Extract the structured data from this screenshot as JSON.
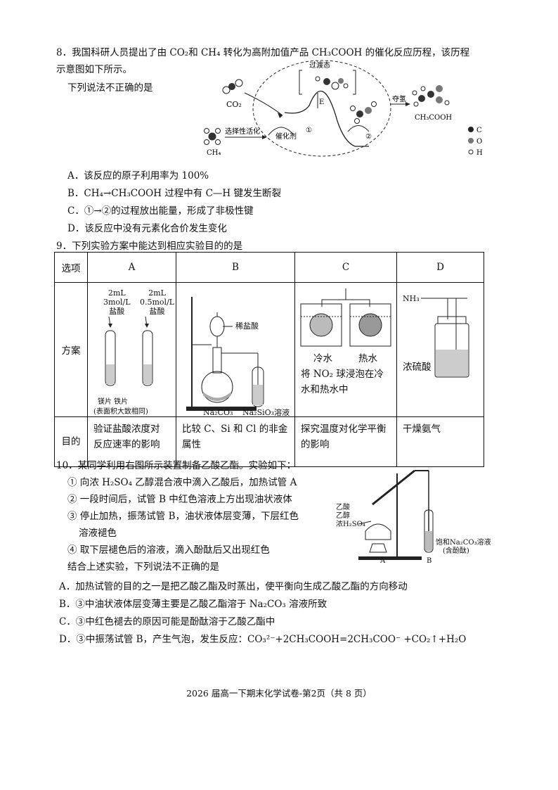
{
  "q8": {
    "stem_line1": "8．我国科研人员提出了由 CO₂和 CH₄ 转化为高附加值产品 CH₃COOH 的催化反应历程，该历程",
    "stem_line2": "示意图如下所示。",
    "stem_line3": "下列说法不正确的是",
    "diagram": {
      "co2": "CO₂",
      "ch4": "CH₄",
      "transition": "过渡态",
      "activation": "选择性活化",
      "catalyst": "催化剂",
      "e_label": "E",
      "step1": "①",
      "step2": "②",
      "dehydro": "夺氢",
      "product": "CH₃COOH",
      "legend": [
        "C",
        "O",
        "H"
      ]
    },
    "options": [
      "A．该反应的原子利用率为 100%",
      "B．CH₄→CH₃COOH 过程中有 C—H 键发生断裂",
      "C．①→②的过程放出能量，形成了非极性键",
      "D．该反应中没有元素化合价发生变化"
    ]
  },
  "q9": {
    "stem": "9．下列实验方案中能达到相应实验目的的是",
    "row_labels": {
      "option": "选项",
      "scheme": "方案",
      "purpose": "目的"
    },
    "headers": [
      "A",
      "B",
      "C",
      "D"
    ],
    "a": {
      "left_label": [
        "2mL",
        "3mol/L",
        "盐酸"
      ],
      "right_label": [
        "2mL",
        "0.5mol/L",
        "盐酸"
      ],
      "bottom1": "镁片   铁片",
      "bottom2": "(表面积大致相同)"
    },
    "b": {
      "funnel": "稀盐酸",
      "flask": "Na₂CO₃",
      "tube": "Na₂SiO₃溶液"
    },
    "c": {
      "cold": "冷水",
      "hot": "热水",
      "desc1": "将 NO₂ 球浸泡在冷",
      "desc2": "水和热水中"
    },
    "d": {
      "gas": "NH₃",
      "liquid": "浓硫酸"
    },
    "purposes": [
      [
        "验证盐酸浓度对",
        "反应速率的影响"
      ],
      [
        "比较 C、Si 和 Cl 的非金",
        "属性"
      ],
      [
        "探究温度对化学平衡",
        "的影响"
      ],
      [
        "干燥氨气"
      ]
    ]
  },
  "q10": {
    "stem": "10．某同学利用右图所示装置制备乙酸乙酯。实验如下：",
    "steps": [
      "① 向浓 H₂SO₄ 乙醇混合液中滴入乙酸后，加热试管 A",
      "② 一段时间后，试管 B 中红色溶液上方出现油状液体",
      "③ 停止加热，振荡试管 B，油状液体层变薄，下层红色",
      "溶液褪色",
      "④ 取下层褪色后的溶液，滴入酚酞后又出现红色"
    ],
    "conclusion": "结合上述实验，下列说法不正确的是",
    "diagram": {
      "mix": [
        "乙酸",
        "乙醇",
        "浓H₂SO₄"
      ],
      "tube_b": [
        "饱和Na₂CO₃溶液",
        "(含酚酞)"
      ],
      "a": "A",
      "b": "B"
    },
    "options": [
      "A．加热试管的目的之一是把乙酸乙酯及时蒸出，使平衡向生成乙酸乙酯的方向移动",
      "B．③中油状液体层变薄主要是乙酸乙酯溶于 Na₂CO₃ 溶液所致",
      "C．③中红色褪去的原因可能是酚酞溶于乙酸乙酯中",
      "D．③中振荡试管 B，产生气泡，发生反应：CO₃²⁻+2CH₃COOH=2CH₃COO⁻ +CO₂↑+H₂O"
    ]
  },
  "footer": "2026 届高一下期末化学试卷-第2页（共 8 页）"
}
